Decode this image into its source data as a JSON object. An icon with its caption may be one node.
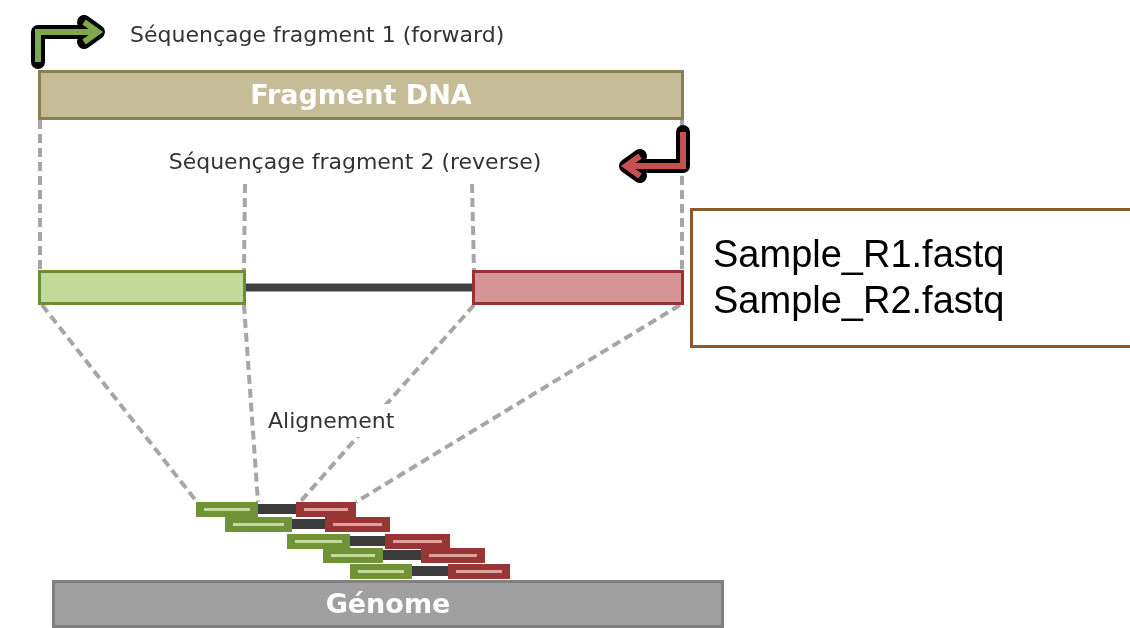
{
  "diagram": {
    "nodes": [
      {
        "text": [
          "Fragment DNA"
        ]
      },
      {
        "text": [
          "Séquençage fragment 2 (reverse)"
        ]
      },
      {
        "text": [],
        "shape": "bar"
      },
      {
        "text": [],
        "shape": "bar"
      },
      {
        "text": [
          "Sample_R1.fastq",
          "Sample_R2.fastq"
        ]
      },
      {
        "text": [],
        "shape": "picture"
      },
      {
        "text": [
          "Génome"
        ]
      }
    ],
    "edges": [
      {
        "from": 0,
        "to": 2,
        "arrow": "none",
        "style": "dashed"
      },
      {
        "from": 1,
        "to": 2,
        "arrow": "none",
        "style": "dashed"
      },
      {
        "from": 1,
        "to": 3,
        "arrow": "none",
        "style": "dashed"
      },
      {
        "from": 0,
        "to": 3,
        "arrow": "none",
        "style": "dashed"
      },
      {
        "from": 2,
        "to": 3,
        "arrow": "none",
        "style": "thick",
        "color": "#404040"
      },
      {
        "from": 2,
        "to": 5,
        "arrow": "none",
        "style": "dashed"
      },
      {
        "from": 2,
        "to": 5,
        "arrow": "none",
        "style": "dashed"
      },
      {
        "from": 3,
        "to": 5,
        "arrow": "none",
        "style": "dashed"
      },
      {
        "from": 3,
        "to": 5,
        "arrow": "none",
        "style": "dashed"
      }
    ],
    "labels": [
      "Séquençage fragment 1 (forward)",
      "Alignement"
    ]
  }
}
